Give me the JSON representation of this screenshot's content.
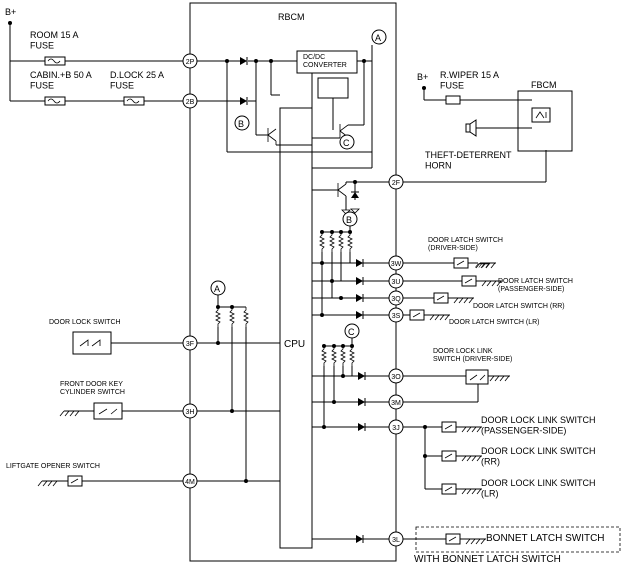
{
  "supply": {
    "b_plus_left": "B+",
    "b_plus_right": "B+"
  },
  "fuses": {
    "room": "ROOM 15 A\nFUSE",
    "cabin": "CABIN.+B 50 A\nFUSE",
    "dlock": "D.LOCK 25 A\nFUSE",
    "rwiper": "R.WIPER 15 A\nFUSE"
  },
  "modules": {
    "rbcm": "RBCM",
    "fbcm": "FBCM",
    "cpu": "CPU",
    "dcdc": "DC/DC\nCONVERTER",
    "horn": "THEFT-DETERRENT\nHORN"
  },
  "markers": {
    "a": "A",
    "b": "B",
    "c": "C"
  },
  "pins": {
    "p2p": "2P",
    "p2b": "2B",
    "p2f": "2F",
    "p3w": "3W",
    "p3u": "3U",
    "p3q": "3Q",
    "p3s": "3S",
    "p3f": "3F",
    "p3o": "3O",
    "p3m": "3M",
    "p3h": "3H",
    "p3j": "3J",
    "p4m": "4M",
    "p3l": "3L"
  },
  "switches": {
    "door_latch_driver": "DOOR LATCH SWITCH\n(DRIVER-SIDE)",
    "door_latch_passenger": "DOOR LATCH SWITCH\n(PASSENGER-SIDE)",
    "door_latch_rr": "DOOR LATCH SWITCH (RR)",
    "door_latch_lr": "DOOR LATCH SWITCH (LR)",
    "door_lock_switch": "DOOR LOCK SWITCH",
    "front_door_key": "FRONT DOOR KEY\nCYLINDER SWITCH",
    "liftgate_opener": "LIFTGATE OPENER SWITCH",
    "door_lock_link_driver": "DOOR LOCK LINK\nSWITCH (DRIVER-SIDE)",
    "door_lock_link_passenger": "DOOR LOCK LINK SWITCH\n(PASSENGER-SIDE)",
    "door_lock_link_rr": "DOOR LOCK LINK SWITCH\n(RR)",
    "door_lock_link_lr": "DOOR LOCK LINK SWITCH\n(LR)",
    "bonnet_latch": "BONNET LATCH SWITCH",
    "with_bonnet": "WITH BONNET LATCH SWITCH"
  }
}
